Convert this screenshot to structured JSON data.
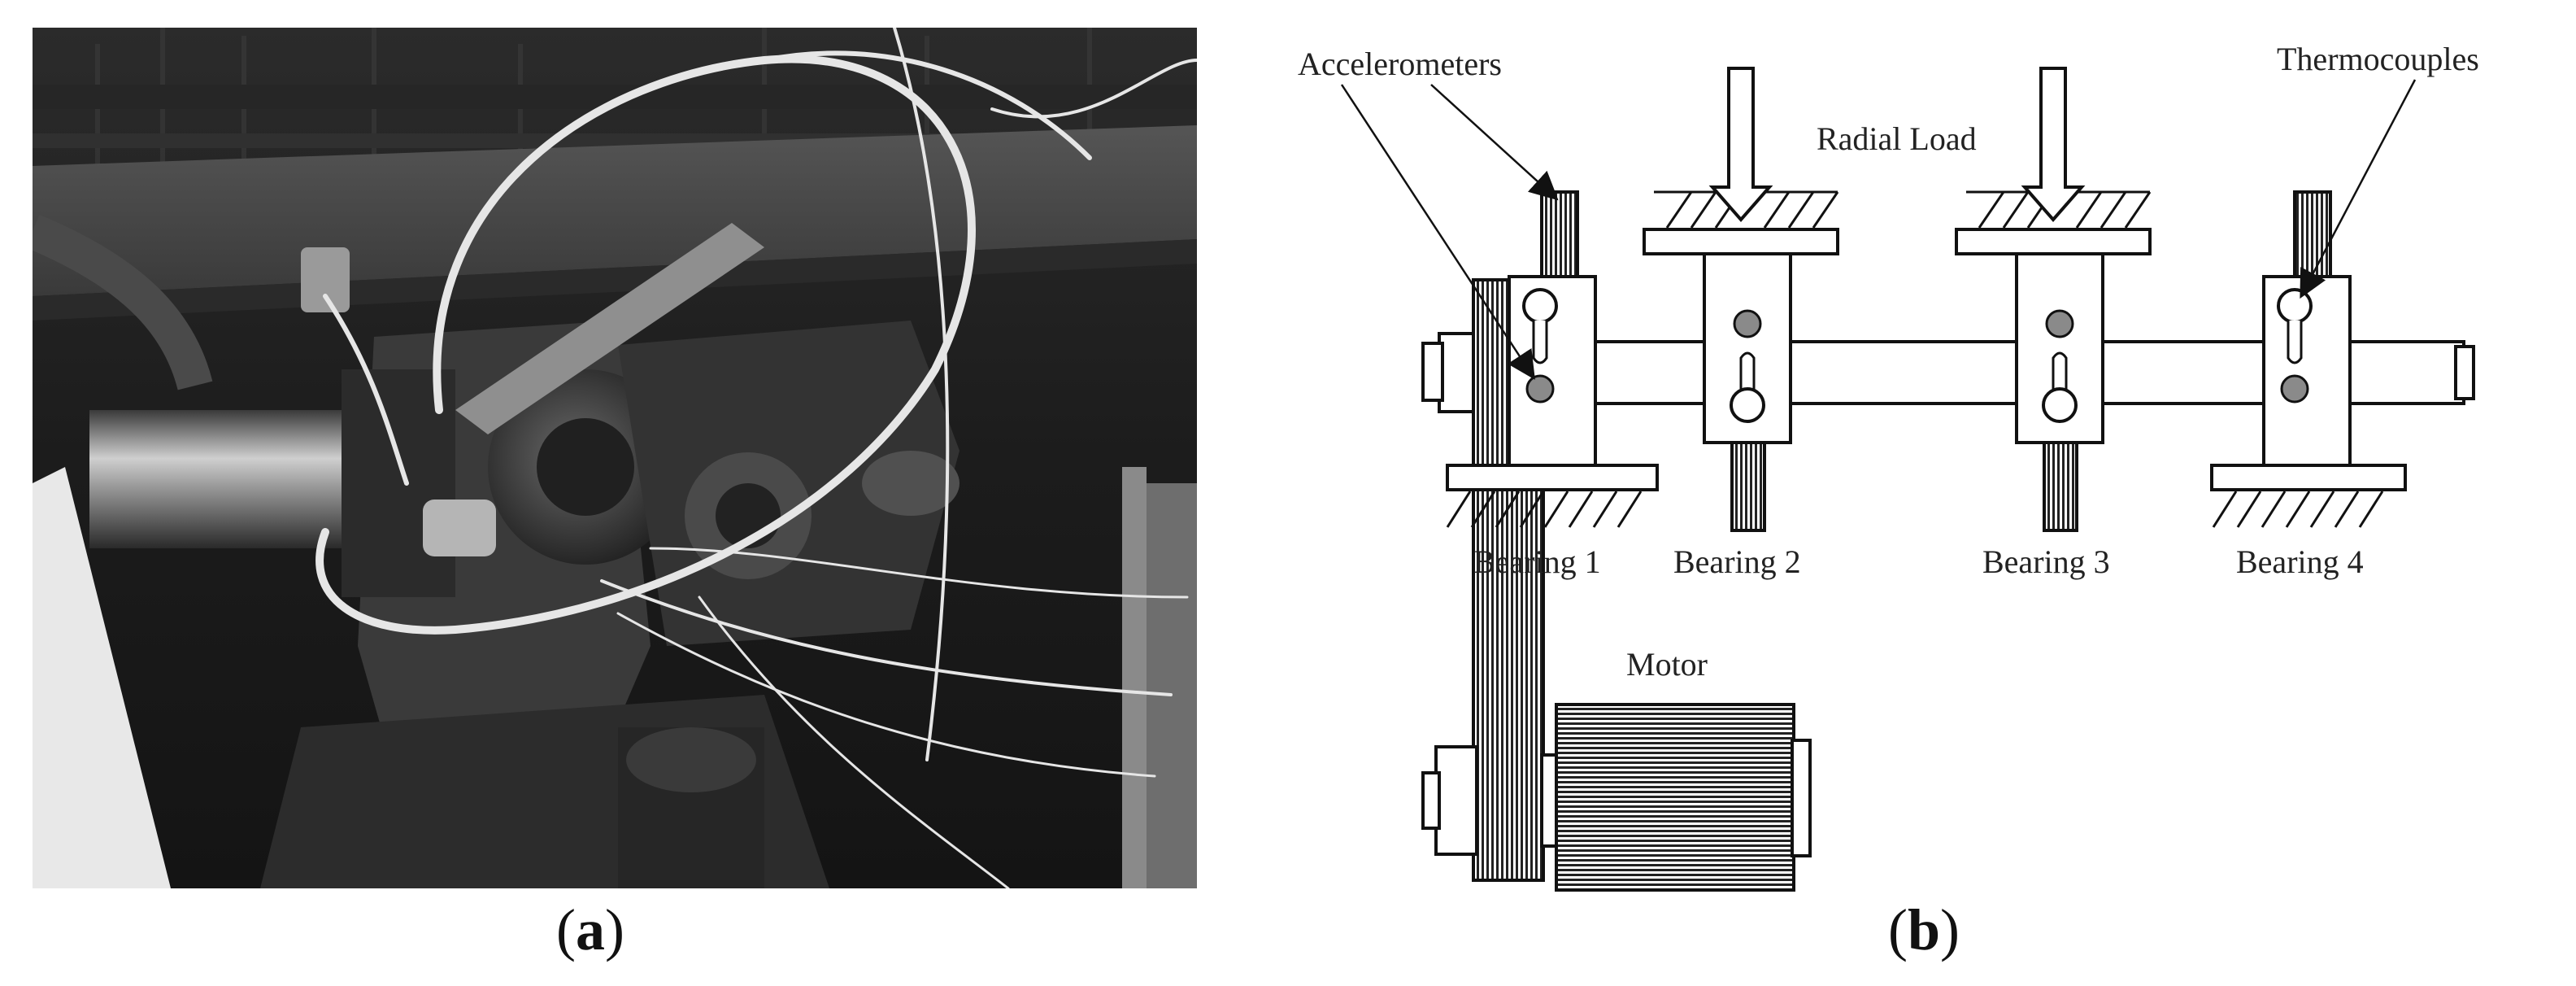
{
  "captions": {
    "a": {
      "open": "(",
      "letter": "a",
      "close": ")"
    },
    "b": {
      "open": "(",
      "letter": "b",
      "close": ")"
    }
  },
  "diagram": {
    "labels": {
      "accelerometers": "Accelerometers",
      "thermocouples": "Thermocouples",
      "radial_load": "Radial Load",
      "motor": "Motor",
      "bearing1": "Bearing 1",
      "bearing2": "Bearing 2",
      "bearing3": "Bearing 3",
      "bearing4": "Bearing 4"
    }
  }
}
